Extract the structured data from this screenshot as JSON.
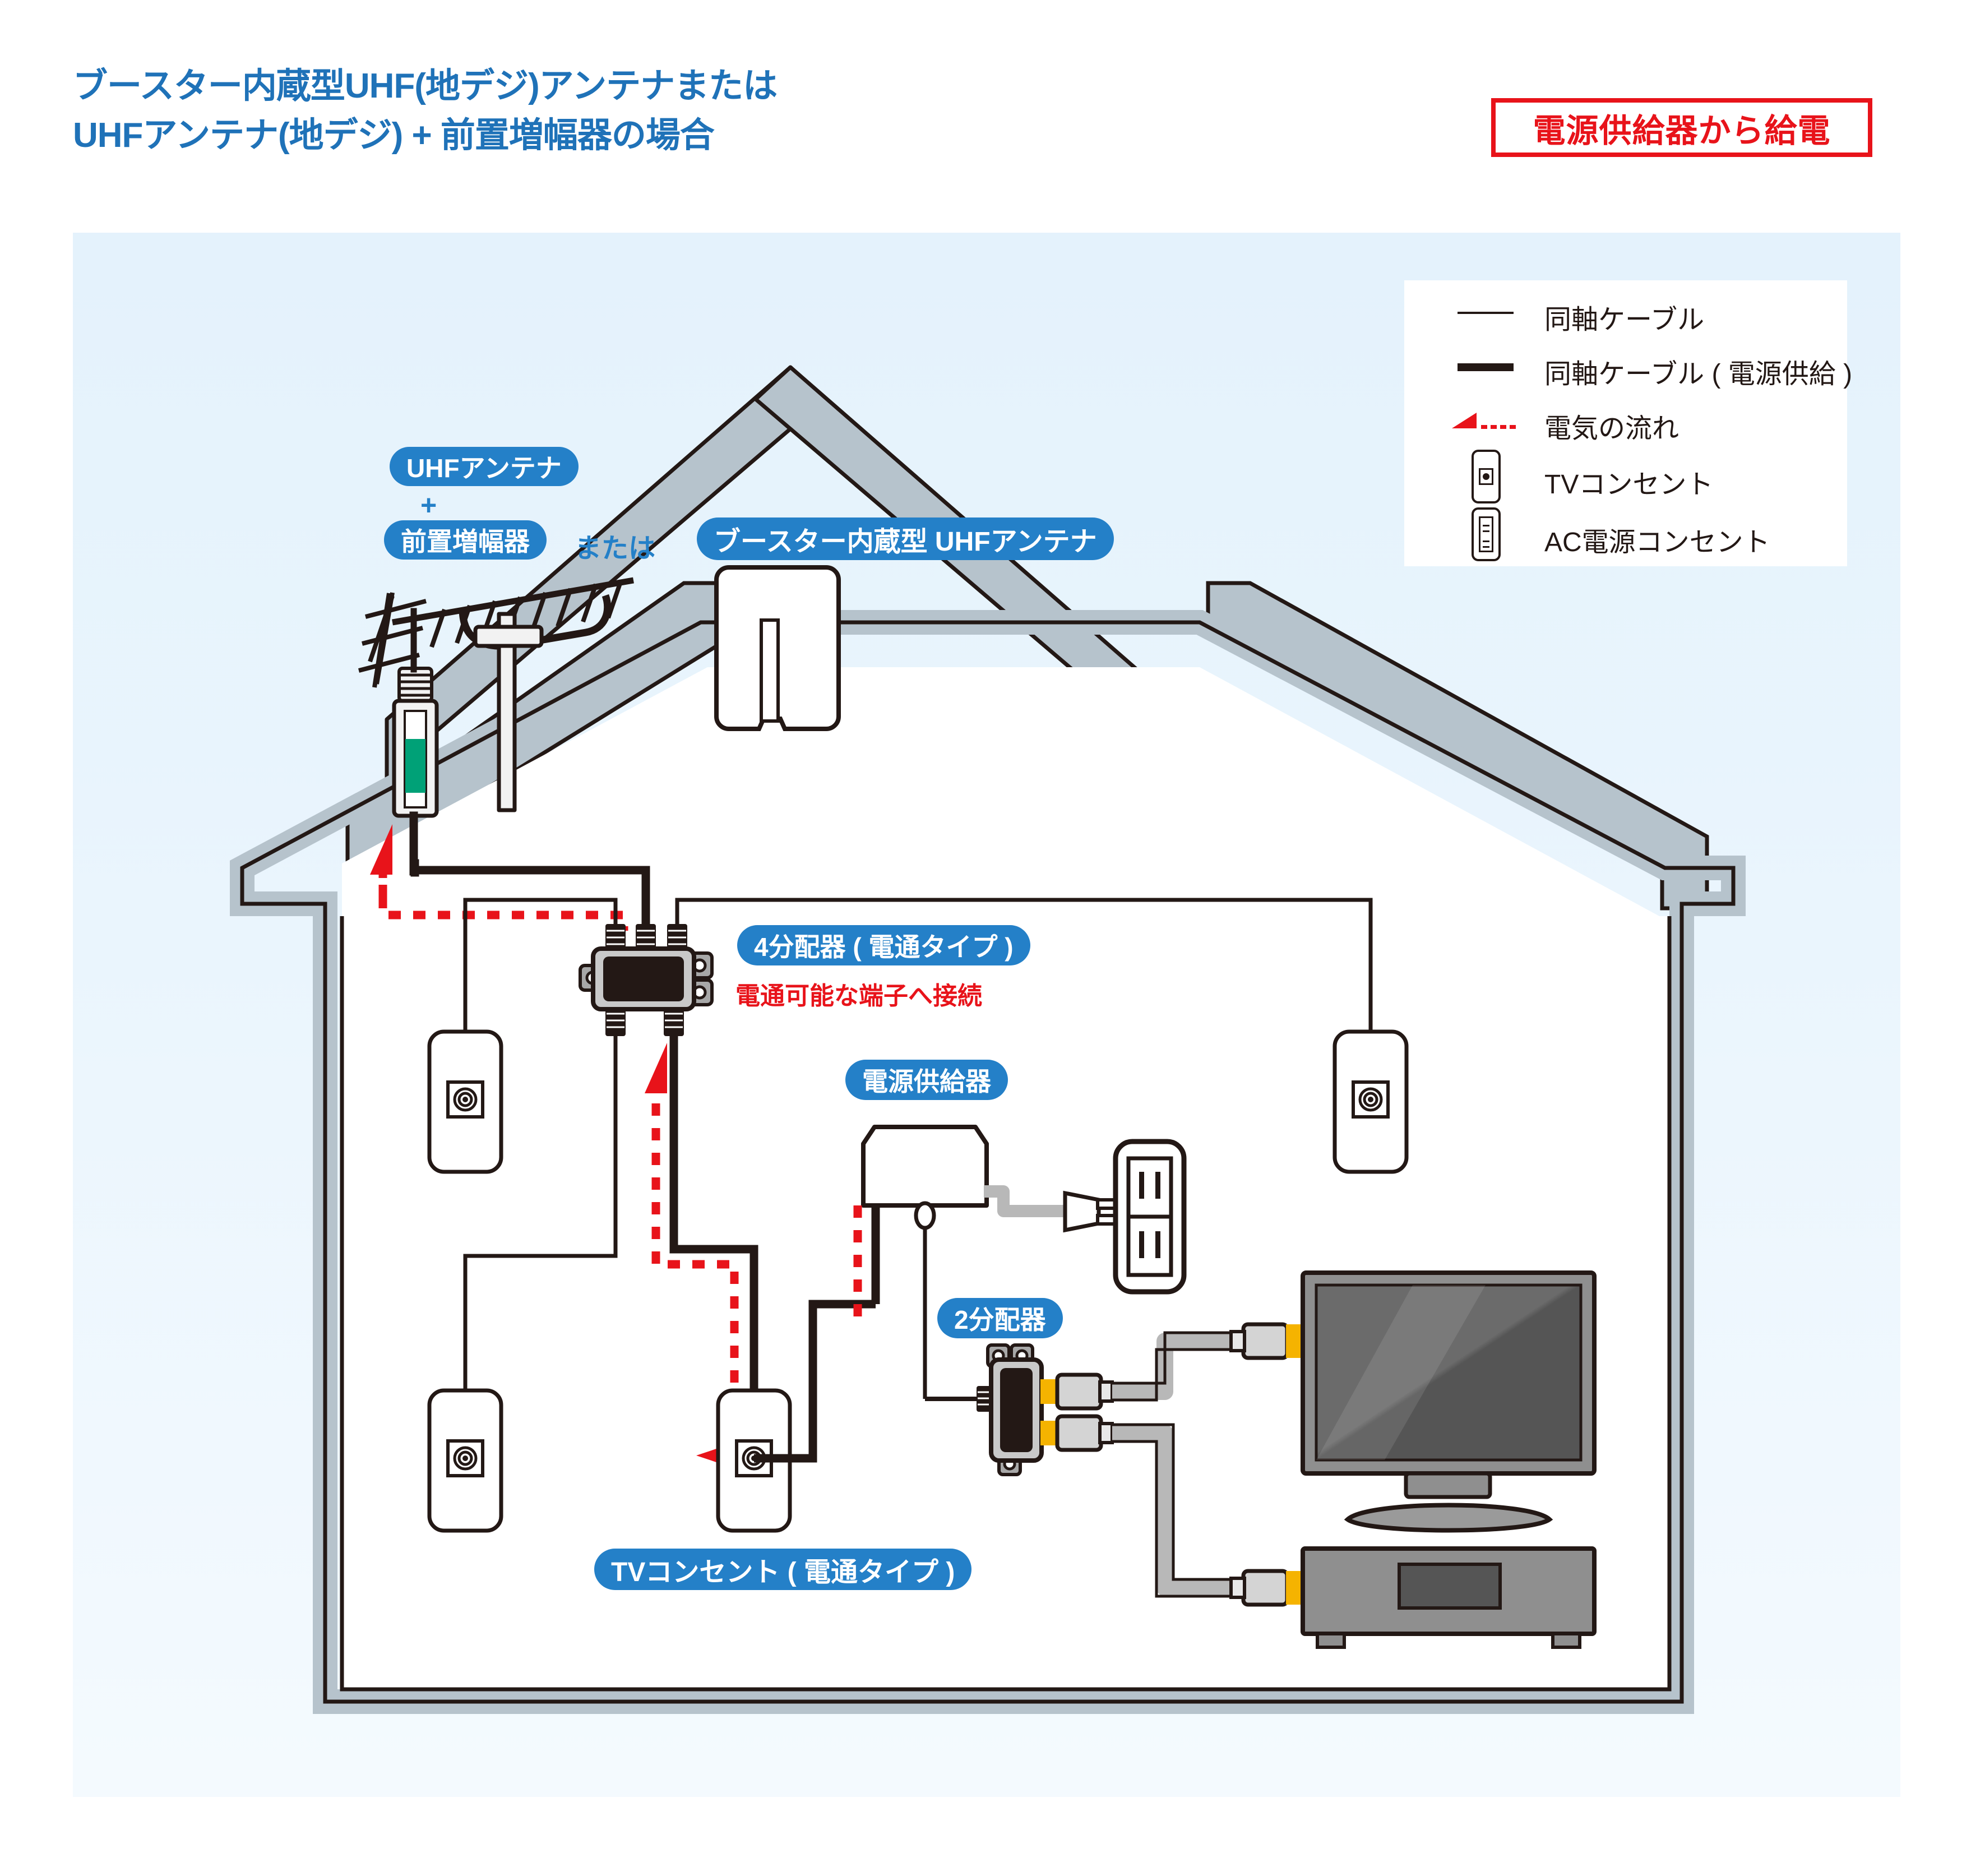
{
  "title": {
    "line1": "ブースター内蔵型UHF(地デジ)アンテナまたは",
    "line2": "UHFアンテナ(地デジ) + 前置増幅器の場合"
  },
  "badge": {
    "text": "電源供給器から給電"
  },
  "colors": {
    "brand_blue": "#2480c8",
    "title_blue": "#1f72b8",
    "alert_red": "#e8131a",
    "outline": "#231815",
    "roof_gray": "#b6c3cc",
    "sky": "#e4f2fc",
    "amp_green": "#00a177",
    "connector_yellow": "#f5b300"
  },
  "legend": {
    "items": [
      {
        "icon": "thin-line-icon",
        "label": "同軸ケーブル"
      },
      {
        "icon": "thick-line-icon",
        "label": "同軸ケーブル ( 電源供給 )"
      },
      {
        "icon": "red-arrow-dotted-icon",
        "label": "電気の流れ"
      },
      {
        "icon": "tv-outlet-icon",
        "label": "TVコンセント"
      },
      {
        "icon": "ac-outlet-icon",
        "label": "AC電源コンセント"
      }
    ]
  },
  "labels": {
    "uhf_antenna": "UHFアンテナ",
    "plus": "+",
    "preamp": "前置増幅器",
    "or": "または",
    "booster_antenna": "ブースター内蔵型 UHFアンテナ",
    "splitter4": "4分配器 ( 電通タイプ )",
    "splitter4_note": "電通可能な端子へ接続",
    "power_supply": "電源供給器",
    "splitter2": "2分配器",
    "tv_outlet_type": "TVコンセント ( 電通タイプ )"
  },
  "devices": {
    "tv": "television",
    "recorder": "bd-recorder",
    "ac_outlet": "ac-wall-outlet",
    "wall_outlets_count": 4
  }
}
